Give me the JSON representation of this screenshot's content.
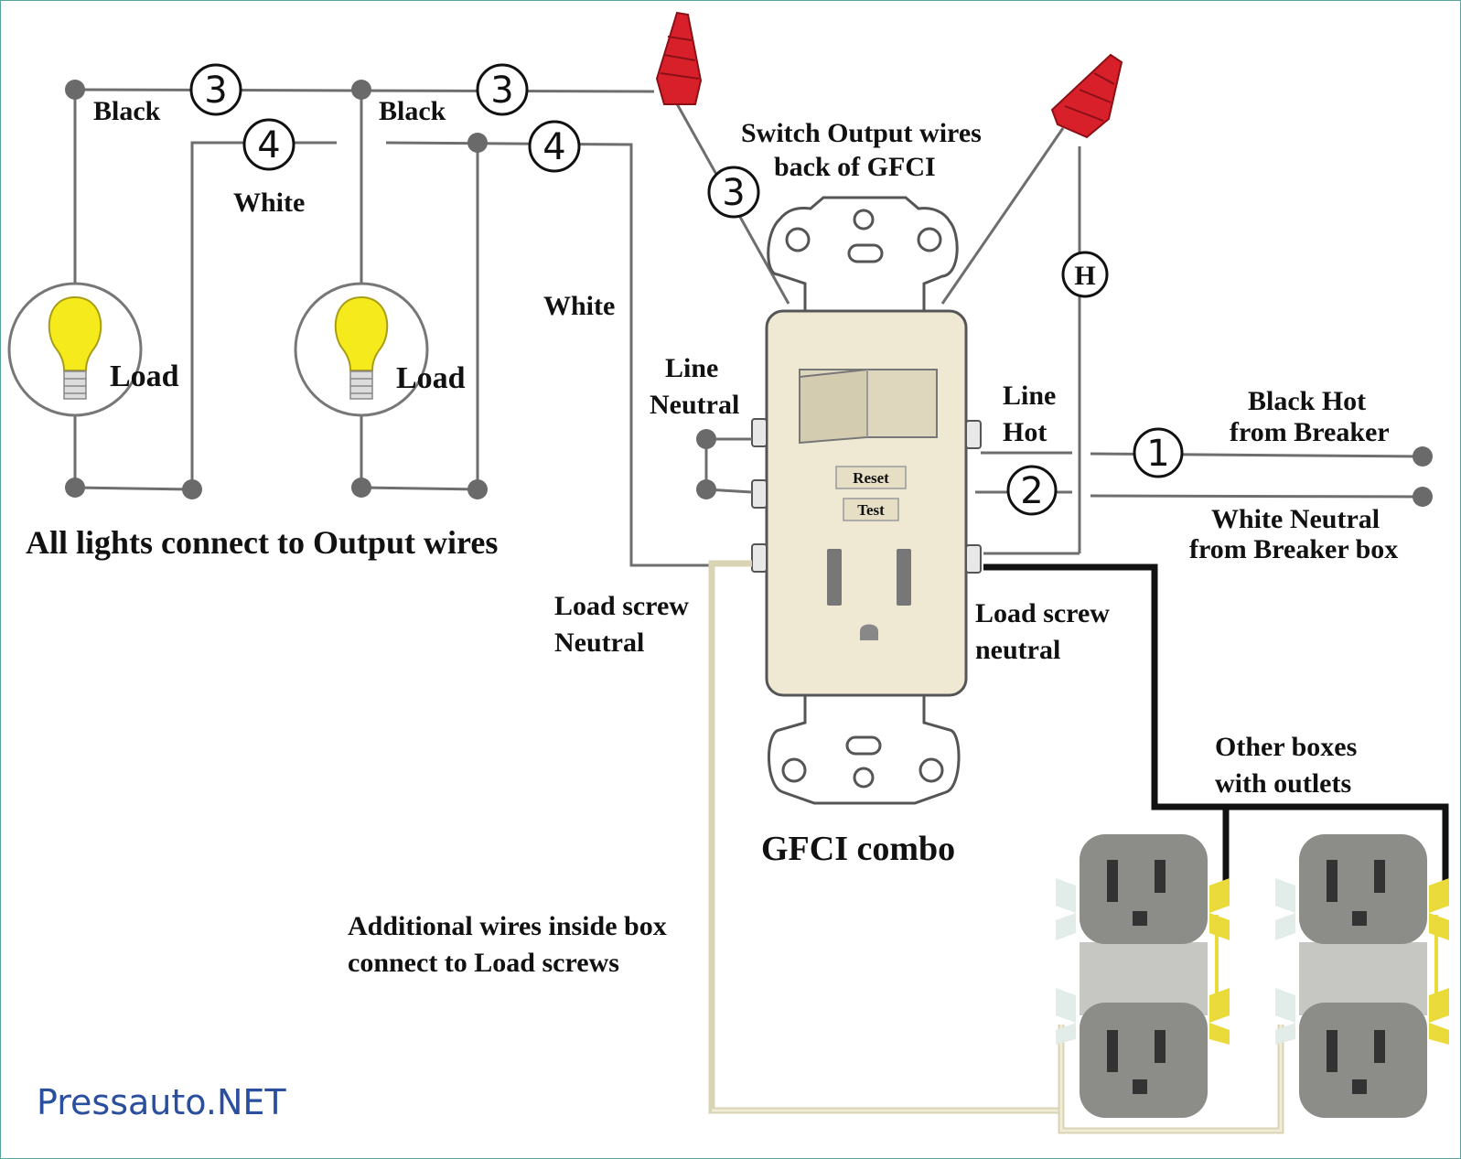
{
  "labels": {
    "black_1": "Black",
    "black_2": "Black",
    "white_top": "White",
    "white_mid": "White",
    "load_1": "Load",
    "load_2": "Load",
    "all_lights": "All lights connect to Output wires",
    "switch_output_1": "Switch Output wires",
    "switch_output_2": "back of GFCI",
    "line_neutral_1": "Line",
    "line_neutral_2": "Neutral",
    "line_hot_1": "Line",
    "line_hot_2": "Hot",
    "black_hot_1": "Black Hot",
    "black_hot_2": "from Breaker",
    "white_neutral_1": "White Neutral",
    "white_neutral_2": "from Breaker box",
    "reset": "Reset",
    "test": "Test",
    "load_screw_neutral_l1": "Load screw",
    "load_screw_neutral_l2": "Neutral",
    "load_screw_neutral_r1": "Load screw",
    "load_screw_neutral_r2": "neutral",
    "gfci_combo": "GFCI combo",
    "other_boxes_1": "Other boxes",
    "other_boxes_2": "with outlets",
    "additional_1": "Additional wires inside box",
    "additional_2": "connect to Load screws",
    "watermark": "Pressauto.NET"
  },
  "markers": {
    "m3a": "3",
    "m3b": "3",
    "m3c": "3",
    "m4a": "4",
    "m4b": "4",
    "m1": "1",
    "m2": "2",
    "mh": "H"
  },
  "colors": {
    "wire": "#6e6e6e",
    "wire_nut": "#d8202a",
    "bulb": "#f5ea1c",
    "gfci_body": "#efe9d4",
    "outlet": "#8c8c88",
    "brass_screw": "#eadb3a",
    "cream_wire": "#e8e4c8",
    "watermark": "#2a4f9e"
  }
}
